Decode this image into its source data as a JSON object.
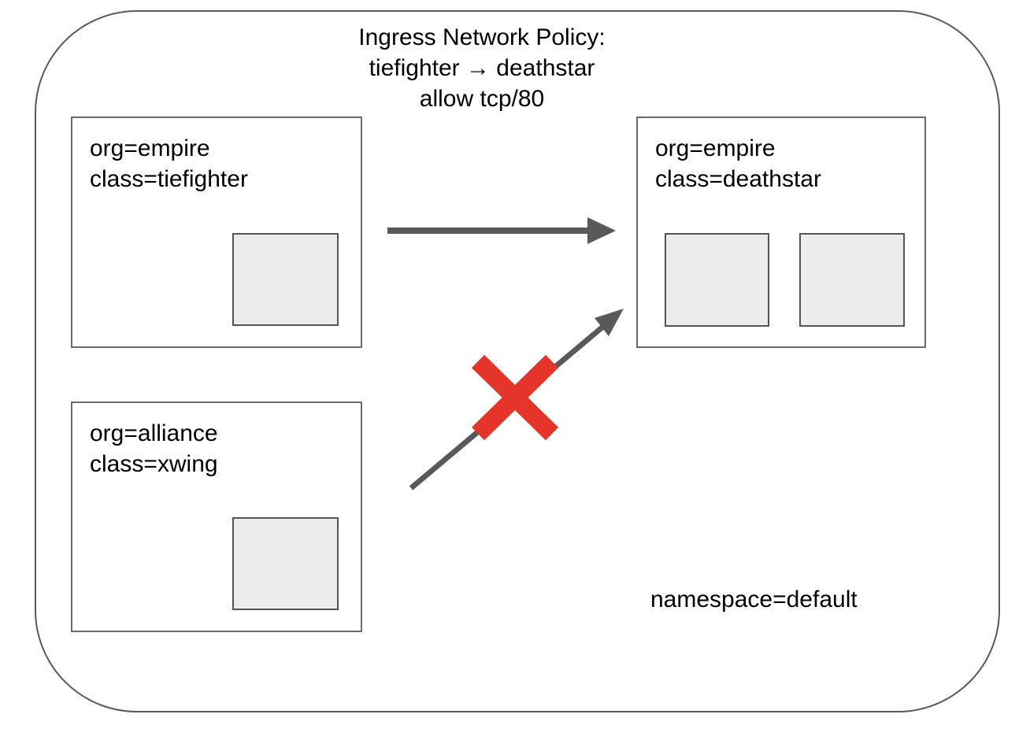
{
  "title": {
    "lines": [
      "Ingress Network Policy:",
      "tiefighter → deathstar",
      "allow tcp/80"
    ]
  },
  "namespace_label": "namespace=default",
  "nodes": {
    "tiefighter": {
      "org": "org=empire",
      "class": "class=tiefighter",
      "pod_count": 1
    },
    "xwing": {
      "org": "org=alliance",
      "class": "class=xwing",
      "pod_count": 1
    },
    "deathstar": {
      "org": "org=empire",
      "class": "class=deathstar",
      "pod_count": 2
    }
  },
  "edges": [
    {
      "from": "tiefighter",
      "to": "deathstar",
      "status": "allowed"
    },
    {
      "from": "xwing",
      "to": "deathstar",
      "status": "denied"
    }
  ],
  "colors": {
    "arrow": "#595959",
    "denied_x": "#e5352b",
    "box_border": "#6b6b6b",
    "pod_fill": "#ececec",
    "pod_border": "#545454",
    "outer_border": "#595959",
    "text": "#000000"
  }
}
